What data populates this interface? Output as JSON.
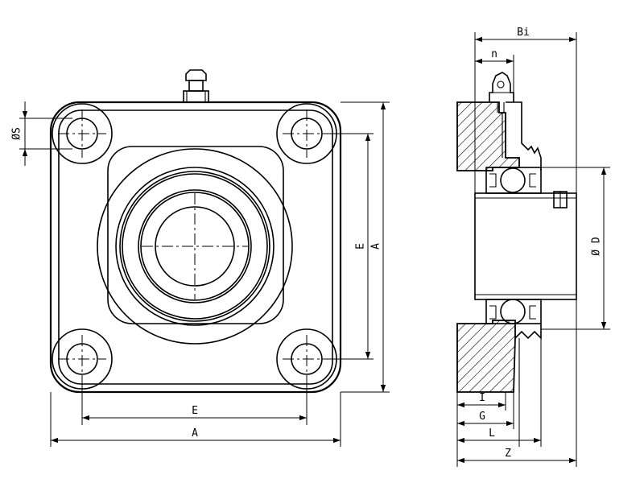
{
  "labels": {
    "bore_s": "ØS",
    "bolt_spacing_vertical": "E",
    "housing_height": "A",
    "bolt_spacing_horizontal": "E",
    "housing_width": "A",
    "width_bi": "Bi",
    "dim_n": "n",
    "diameter_d": "Ø D",
    "dim_i": "I",
    "dim_g": "G",
    "dim_l": "L",
    "dim_z": "Z"
  }
}
